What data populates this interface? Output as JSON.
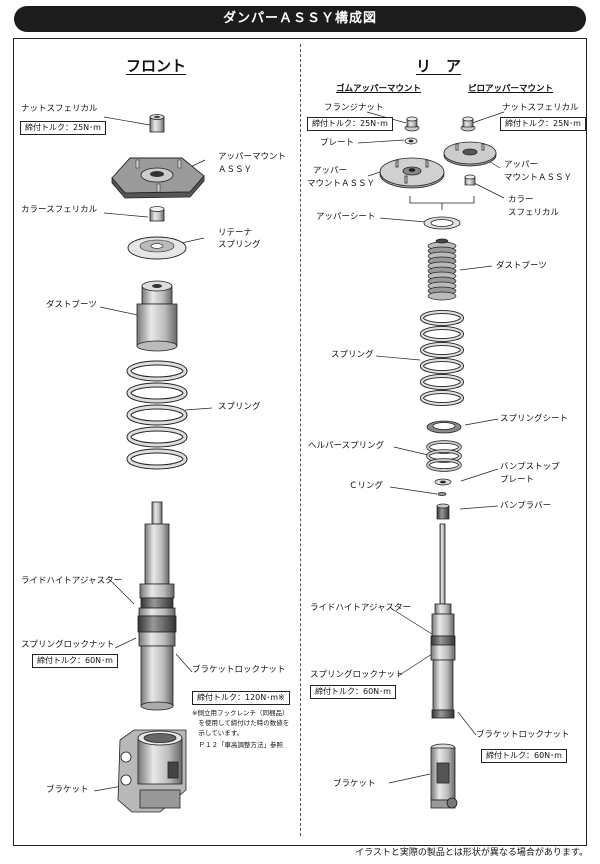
{
  "title": "ダンパーＡＳＳＹ構成図",
  "front": {
    "heading": "フロント",
    "labels": {
      "nut": "ナットスフェリカル",
      "nut_torque": "締付トルク：25N･m",
      "upper_mount_1": "アッパーマウント",
      "upper_mount_2": "ＡＳＳＹ",
      "collar": "カラースフェリカル",
      "retainer_1": "リテーナ",
      "retainer_2": "スプリング",
      "dust_boots": "ダストブーツ",
      "spring": "スプリング",
      "ride_height": "ライドハイトアジャスター",
      "spring_lock": "スプリングロックナット",
      "spring_lock_torque": "締付トルク：60N･m",
      "bracket_lock": "ブラケットロックナット",
      "bracket_lock_torque": "締付トルク：120N･m※",
      "note_1": "※側立用フックレンチ（同梱品）",
      "note_2": "　を使用して締付けた時の数値を",
      "note_3": "　示しています。",
      "note_4": "　Ｐ１２「車高調整方法」参照",
      "bracket": "ブラケット"
    }
  },
  "rear": {
    "heading": "リ　ア",
    "rubber_heading": "ゴムアッパーマウント",
    "pillow_heading": "ピロアッパーマウント",
    "labels": {
      "flange_nut": "フランジナット",
      "flange_torque": "締付トルク：25N･m",
      "plate": "プレート",
      "upper_mount_1": "アッパー",
      "upper_mount_2": "マウントＡＳＳＹ",
      "nut": "ナットスフェリカル",
      "nut_torque": "締付トルク：25N･m",
      "upper_mount_r1": "アッパー",
      "upper_mount_r2": "マウントＡＳＳＹ",
      "collar_1": "カラー",
      "collar_2": "スフェリカル",
      "upper_sheet": "アッパーシート",
      "dust_boots": "ダストブーツ",
      "spring": "スプリング",
      "spring_sheet": "スプリングシート",
      "helper": "ヘルパースプリング",
      "bump_plate_1": "バンプストップ",
      "bump_plate_2": "プレート",
      "c_ring": "Ｃリング",
      "bump_rubber": "バンプラバー",
      "ride_height": "ライドハイトアジャスター",
      "spring_lock": "スプリングロックナット",
      "spring_lock_torque": "締付トルク：60N･m",
      "bracket_lock": "ブラケットロックナット",
      "bracket_lock_torque": "締付トルク：60N･m",
      "bracket": "ブラケット"
    }
  },
  "footer": "イラストと実際の製品とは形状が異なる場合があります。"
}
